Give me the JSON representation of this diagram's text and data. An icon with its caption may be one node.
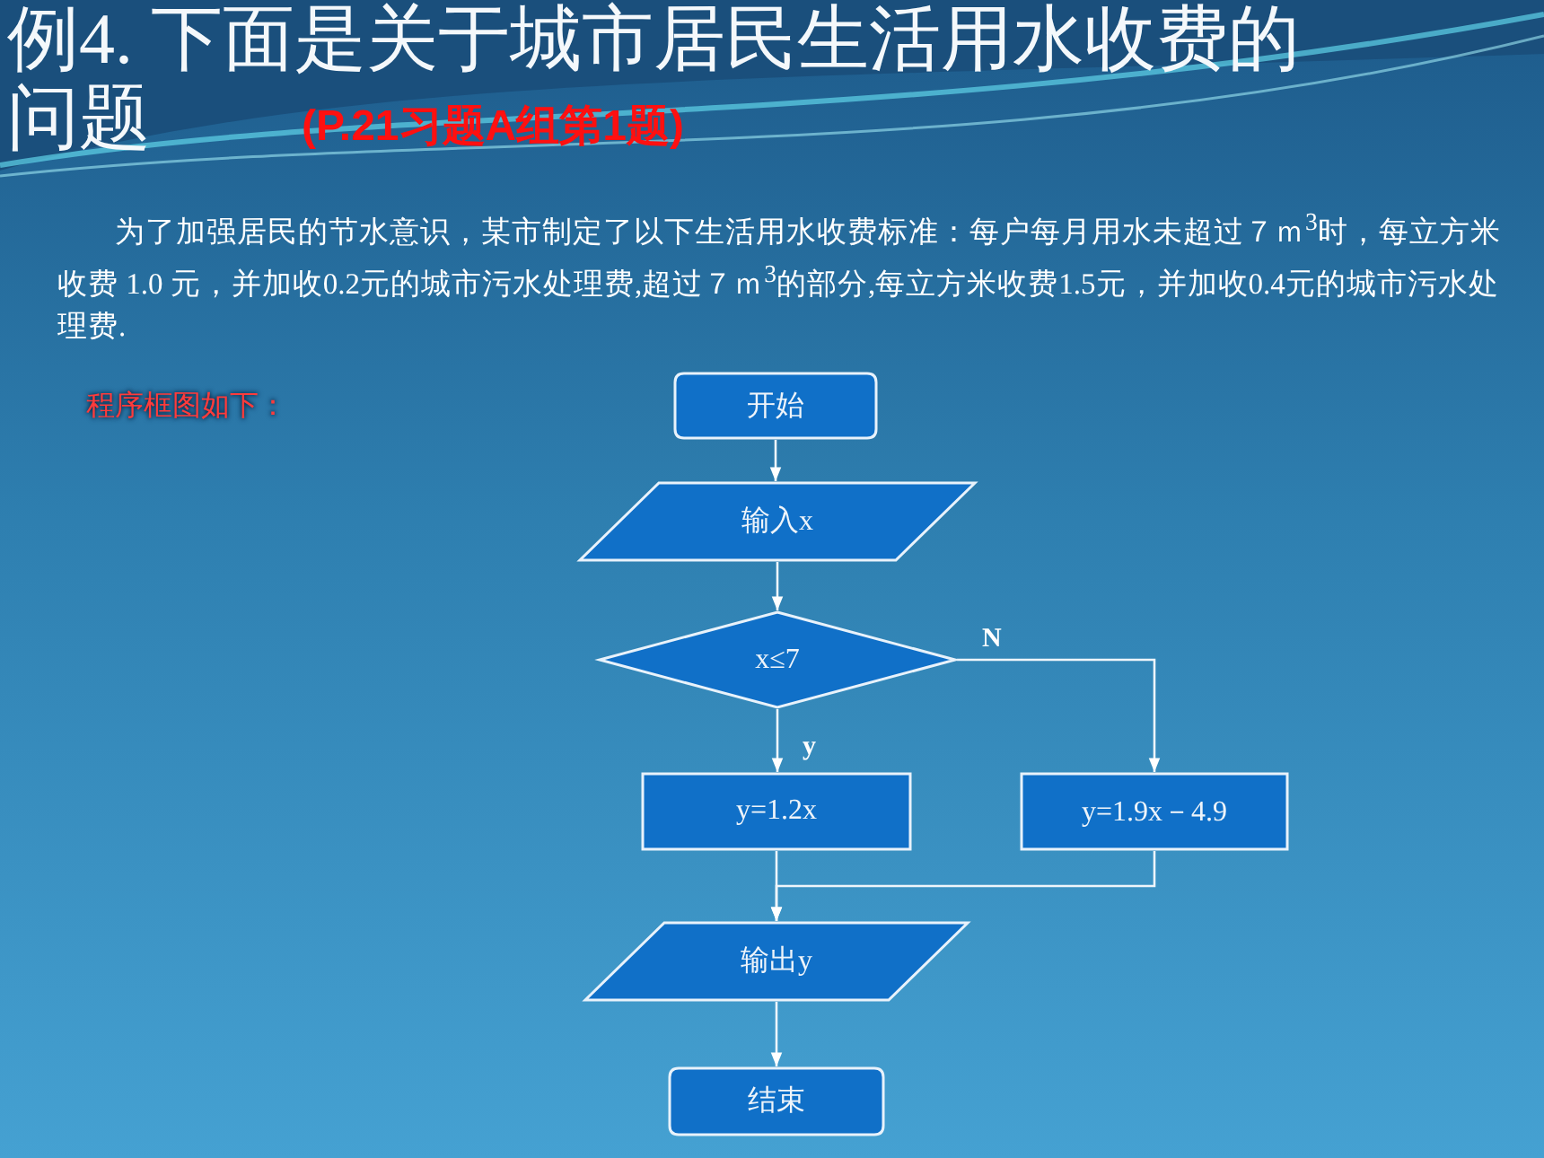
{
  "diagram": {
    "title": "例4. 下面是关于城市居民生活用水收费的问题",
    "nodes": [
      {
        "text": [
          "开始"
        ]
      },
      {
        "text": [
          "输入x"
        ]
      },
      {
        "text": [
          "x≤7"
        ]
      },
      {
        "text": [
          "y=1.2x"
        ]
      },
      {
        "text": [
          "y=1.9x－4.9"
        ]
      },
      {
        "text": [
          "输出y"
        ]
      },
      {
        "text": [
          "结束"
        ]
      }
    ],
    "edges": [
      {
        "from": 0,
        "to": 1,
        "arrow": "to"
      },
      {
        "from": 1,
        "to": 2,
        "arrow": "to"
      },
      {
        "from": 2,
        "to": 3,
        "arrow": "to",
        "label": "y"
      },
      {
        "from": 2,
        "to": 4,
        "arrow": "to",
        "label": "N"
      },
      {
        "from": 3,
        "to": 5,
        "arrow": "to"
      },
      {
        "from": 4,
        "to": 5,
        "arrow": "to"
      },
      {
        "from": 5,
        "to": 6,
        "arrow": "to"
      }
    ],
    "labels": [
      "(P.21习题A组第1题)",
      "为了加强居民的节水意识，某市制定了以下生活用水收费标准：每户每月用水未超过７ｍ$^{3}$时，每立方米收费 1.0 元，并加收0.2元的城市污水处理费,超过７ｍ$^{3}$的部分,每立方米收费1.5元，并加收0.4元的城市污水处理费.",
      "程序框图如下："
    ]
  }
}
